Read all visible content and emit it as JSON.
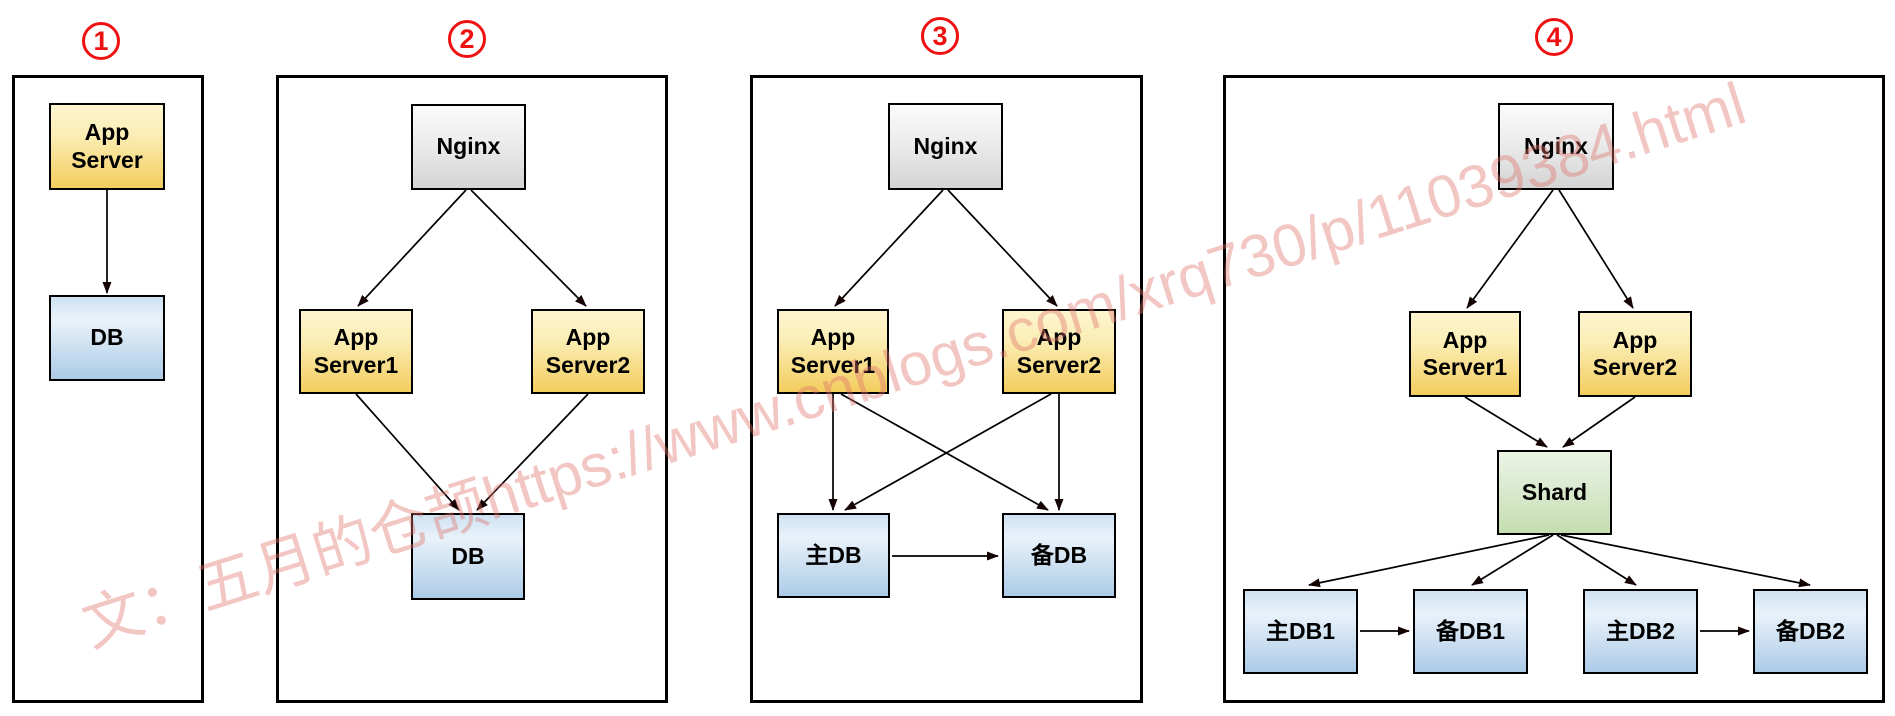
{
  "watermark": {
    "text": "文：五月的仓颉https://www.cnblogs.com/xrq730/p/11039384.html",
    "color": "#e06a66"
  },
  "colors": {
    "app_server_box": "#f3cd5e",
    "nginx_box": "#d4d4d4",
    "db_box": "#accbe7",
    "shard_box": "#c5ddb0",
    "badge": "#ee1111",
    "edge": "#000000",
    "panel_border": "#000000"
  },
  "panels": [
    {
      "badge": "1",
      "nodes": [
        {
          "label": "App Server"
        },
        {
          "label": "DB"
        }
      ],
      "edges": [
        {
          "from": "App Server",
          "to": "DB"
        }
      ]
    },
    {
      "badge": "2",
      "nodes": [
        {
          "label": "Nginx"
        },
        {
          "label": "App Server1"
        },
        {
          "label": "App Server2"
        },
        {
          "label": "DB"
        }
      ],
      "edges": [
        {
          "from": "Nginx",
          "to": "App Server1"
        },
        {
          "from": "Nginx",
          "to": "App Server2"
        },
        {
          "from": "App Server1",
          "to": "DB"
        },
        {
          "from": "App Server2",
          "to": "DB"
        }
      ]
    },
    {
      "badge": "3",
      "nodes": [
        {
          "label": "Nginx"
        },
        {
          "label": "App Server1"
        },
        {
          "label": "App Server2"
        },
        {
          "label": "主DB"
        },
        {
          "label": "备DB"
        }
      ],
      "edges": [
        {
          "from": "Nginx",
          "to": "App Server1"
        },
        {
          "from": "Nginx",
          "to": "App Server2"
        },
        {
          "from": "App Server1",
          "to": "主DB"
        },
        {
          "from": "App Server1",
          "to": "备DB"
        },
        {
          "from": "App Server2",
          "to": "备DB"
        },
        {
          "from": "App Server2",
          "to": "主DB"
        },
        {
          "from": "主DB",
          "to": "备DB"
        }
      ]
    },
    {
      "badge": "4",
      "nodes": [
        {
          "label": "Nginx"
        },
        {
          "label": "App Server1"
        },
        {
          "label": "App Server2"
        },
        {
          "label": "Shard"
        },
        {
          "label": "主DB1"
        },
        {
          "label": "备DB1"
        },
        {
          "label": "主DB2"
        },
        {
          "label": "备DB2"
        }
      ],
      "edges": [
        {
          "from": "Nginx",
          "to": "App Server1"
        },
        {
          "from": "Nginx",
          "to": "App Server2"
        },
        {
          "from": "App Server1",
          "to": "Shard"
        },
        {
          "from": "App Server2",
          "to": "Shard"
        },
        {
          "from": "Shard",
          "to": "主DB1"
        },
        {
          "from": "Shard",
          "to": "备DB1"
        },
        {
          "from": "Shard",
          "to": "主DB2"
        },
        {
          "from": "Shard",
          "to": "备DB2"
        },
        {
          "from": "主DB1",
          "to": "备DB1"
        },
        {
          "from": "主DB2",
          "to": "备DB2"
        }
      ]
    }
  ]
}
